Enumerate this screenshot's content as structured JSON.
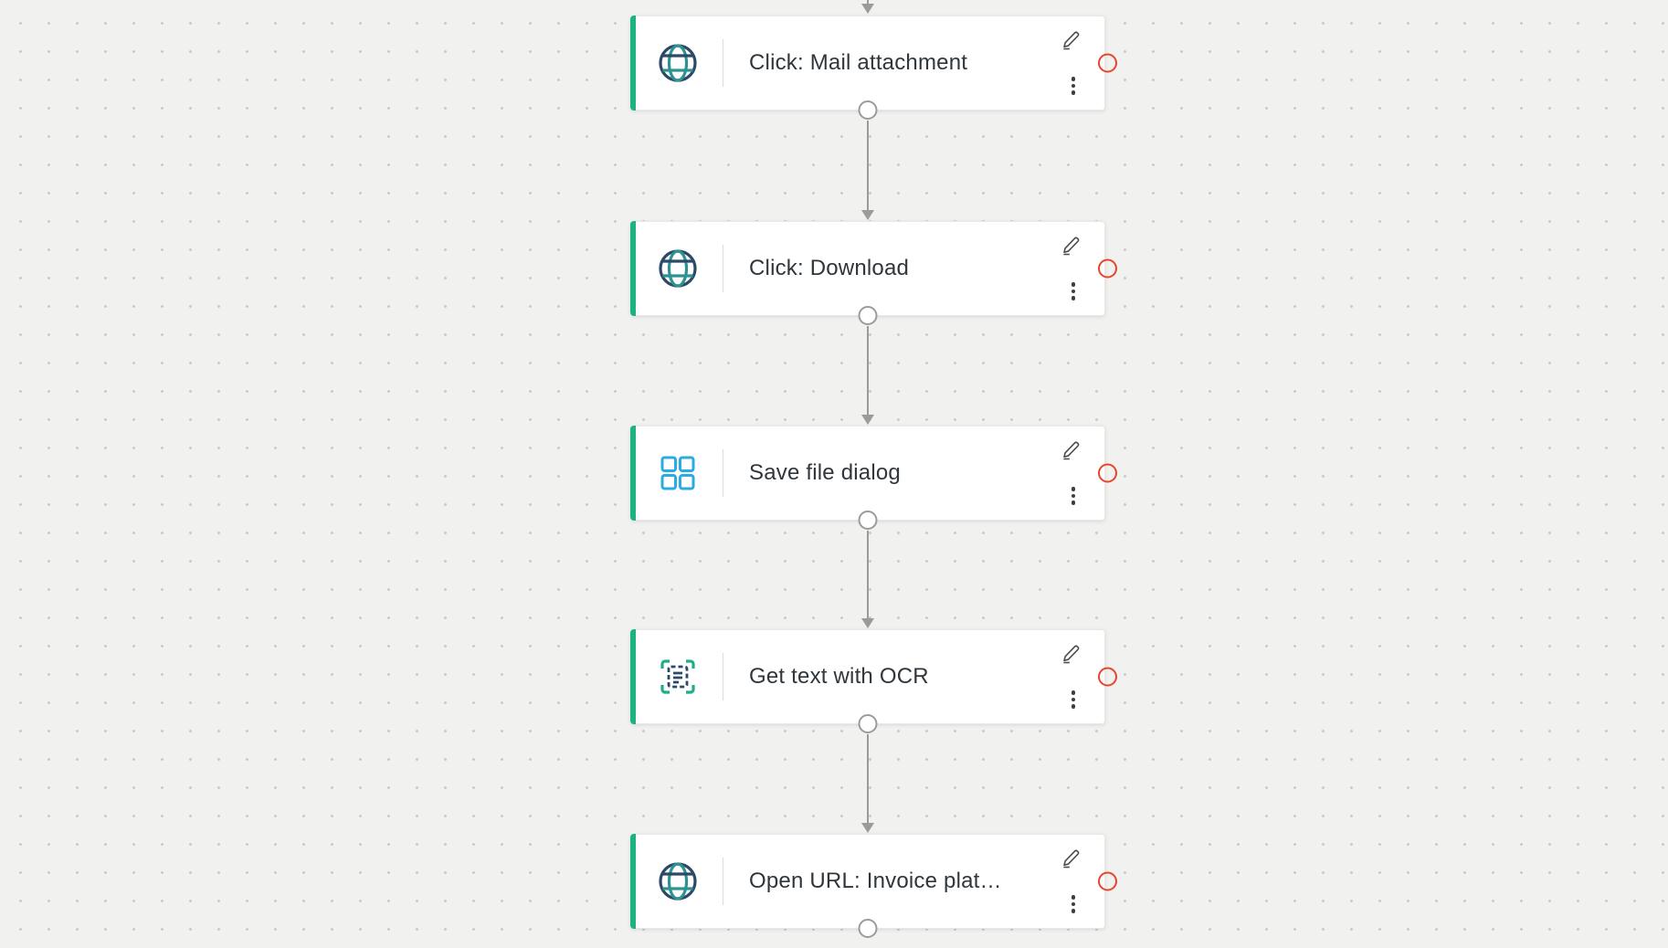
{
  "app": {
    "view": "workflow-canvas"
  },
  "colors": {
    "canvas_background": "#f1f1ef",
    "grid_dot": "#c9c9c7",
    "node_accent_green": "#1cb380",
    "breakpoint_red": "#e8432d",
    "connector_gray": "#9b9b9b",
    "web_icon_navy": "#2c4a68",
    "web_icon_teal": "#2c9390",
    "dialog_icon_blue": "#2aabe2",
    "ocr_bracket_green": "#1fae89"
  },
  "nodes": [
    {
      "label": "Click: Mail attachment",
      "icon": "globe-icon",
      "breakpoint": true
    },
    {
      "label": "Click: Download",
      "icon": "globe-icon",
      "breakpoint": true
    },
    {
      "label": "Save file dialog",
      "icon": "grid-icon",
      "breakpoint": true
    },
    {
      "label": "Get text with OCR",
      "icon": "ocr-icon",
      "breakpoint": true
    },
    {
      "label": "Open URL: Invoice plat…",
      "icon": "globe-icon",
      "breakpoint": true
    }
  ],
  "connections": {
    "style": "sequential-top-to-bottom",
    "count": 5
  }
}
